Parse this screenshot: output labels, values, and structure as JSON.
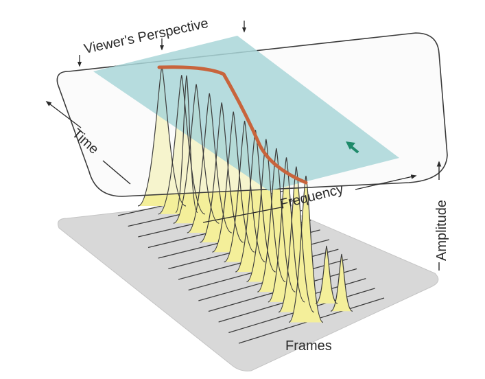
{
  "labels": {
    "viewers_perspective": "Viewer's Perspective",
    "time": "Time",
    "frequency": "Frequency",
    "amplitude": "Amplitude",
    "frames": "Frames"
  },
  "colors": {
    "plane_fill": "#f7f7f7",
    "plane_stroke": "#3a3a3a",
    "teal_band": "#a9d6d8",
    "floor": "#d8d8d8",
    "peak_fill": "#f4ef9a",
    "peak_stroke": "#3c3c3c",
    "ridge": "#c8643c",
    "arrow_green": "#1e8a6a",
    "text": "#2a2a2a"
  }
}
